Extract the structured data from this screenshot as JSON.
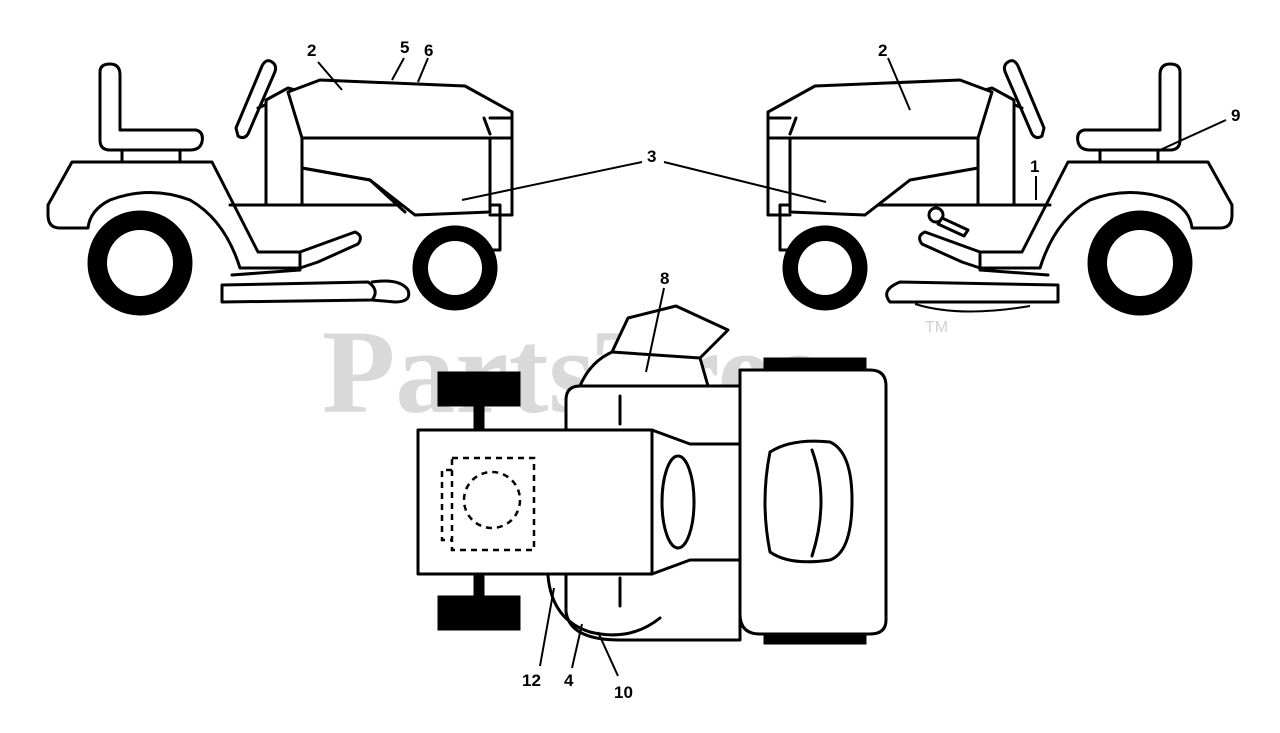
{
  "watermark": {
    "text": "PartsTree",
    "trademark": "TM"
  },
  "callouts": {
    "left_hood": "2",
    "left_hood_top_a": "5",
    "left_hood_top_b": "6",
    "side_panel": "3",
    "right_hood": "2",
    "right_seat": "9",
    "right_frame": "1",
    "grass_chute": "8",
    "bottom_a": "12",
    "bottom_b": "4",
    "bottom_c": "10"
  },
  "colors": {
    "line": "#000000",
    "watermark": "#d9d9d9"
  }
}
